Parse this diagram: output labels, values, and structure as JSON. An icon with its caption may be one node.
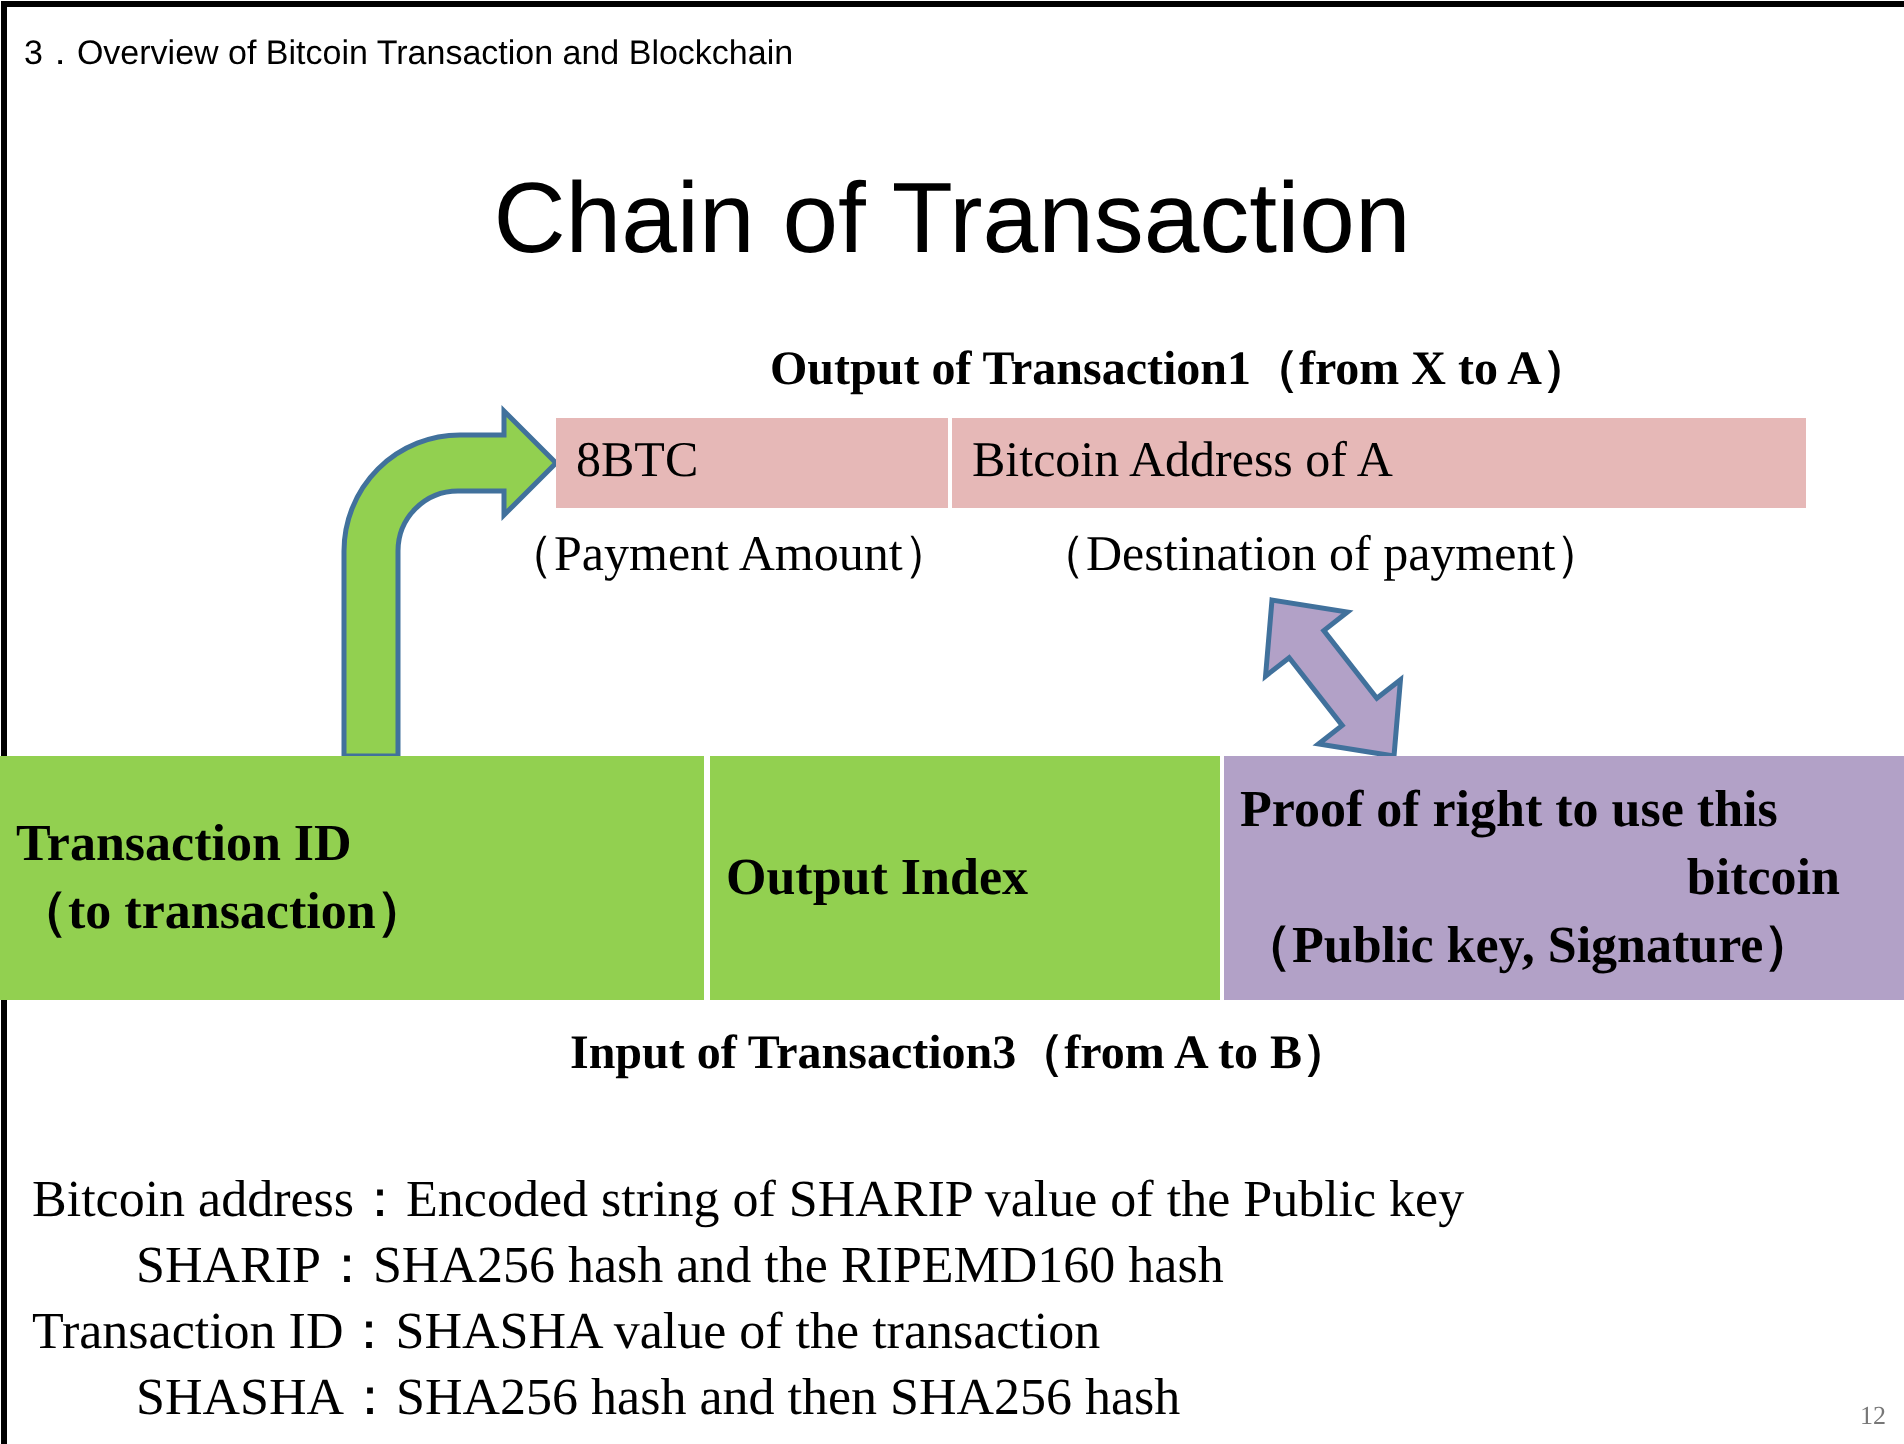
{
  "diagram": {
    "title": "Chain of Transaction",
    "nodes": [
      {
        "text": [
          "8BTC"
        ],
        "beside": [
          "（Payment Amount）"
        ]
      },
      {
        "text": [
          "Bitcoin Address of A"
        ],
        "beside": [
          "（Destination of payment）"
        ]
      },
      {
        "text": [
          "Transaction ID",
          "（to transaction）"
        ]
      },
      {
        "text": [
          "Output Index"
        ]
      },
      {
        "text": [
          "Proof of right to use this bitcoin",
          "（Public key, Signature）"
        ]
      }
    ],
    "edges": [
      {
        "from": 2,
        "to": 0,
        "arrow": "to",
        "style": "thick",
        "color": "#92d050"
      },
      {
        "from": 4,
        "to": 1,
        "arrow": "both",
        "style": "thick",
        "color": "#b2a1c7"
      }
    ],
    "labels": [
      "3．Overview of Bitcoin Transaction and Blockchain",
      "Output of Transaction1（from X to A）",
      "Input of Transaction3（from A to B）",
      "Bitcoin address：Encoded string of SHARIP value of the Public key",
      "SHARIP：SHA256 hash and the RIPEMD160 hash",
      "Transaction ID：SHASHA value of the transaction",
      "SHASHA：SHA256 hash and then SHA256 hash",
      "12"
    ]
  }
}
